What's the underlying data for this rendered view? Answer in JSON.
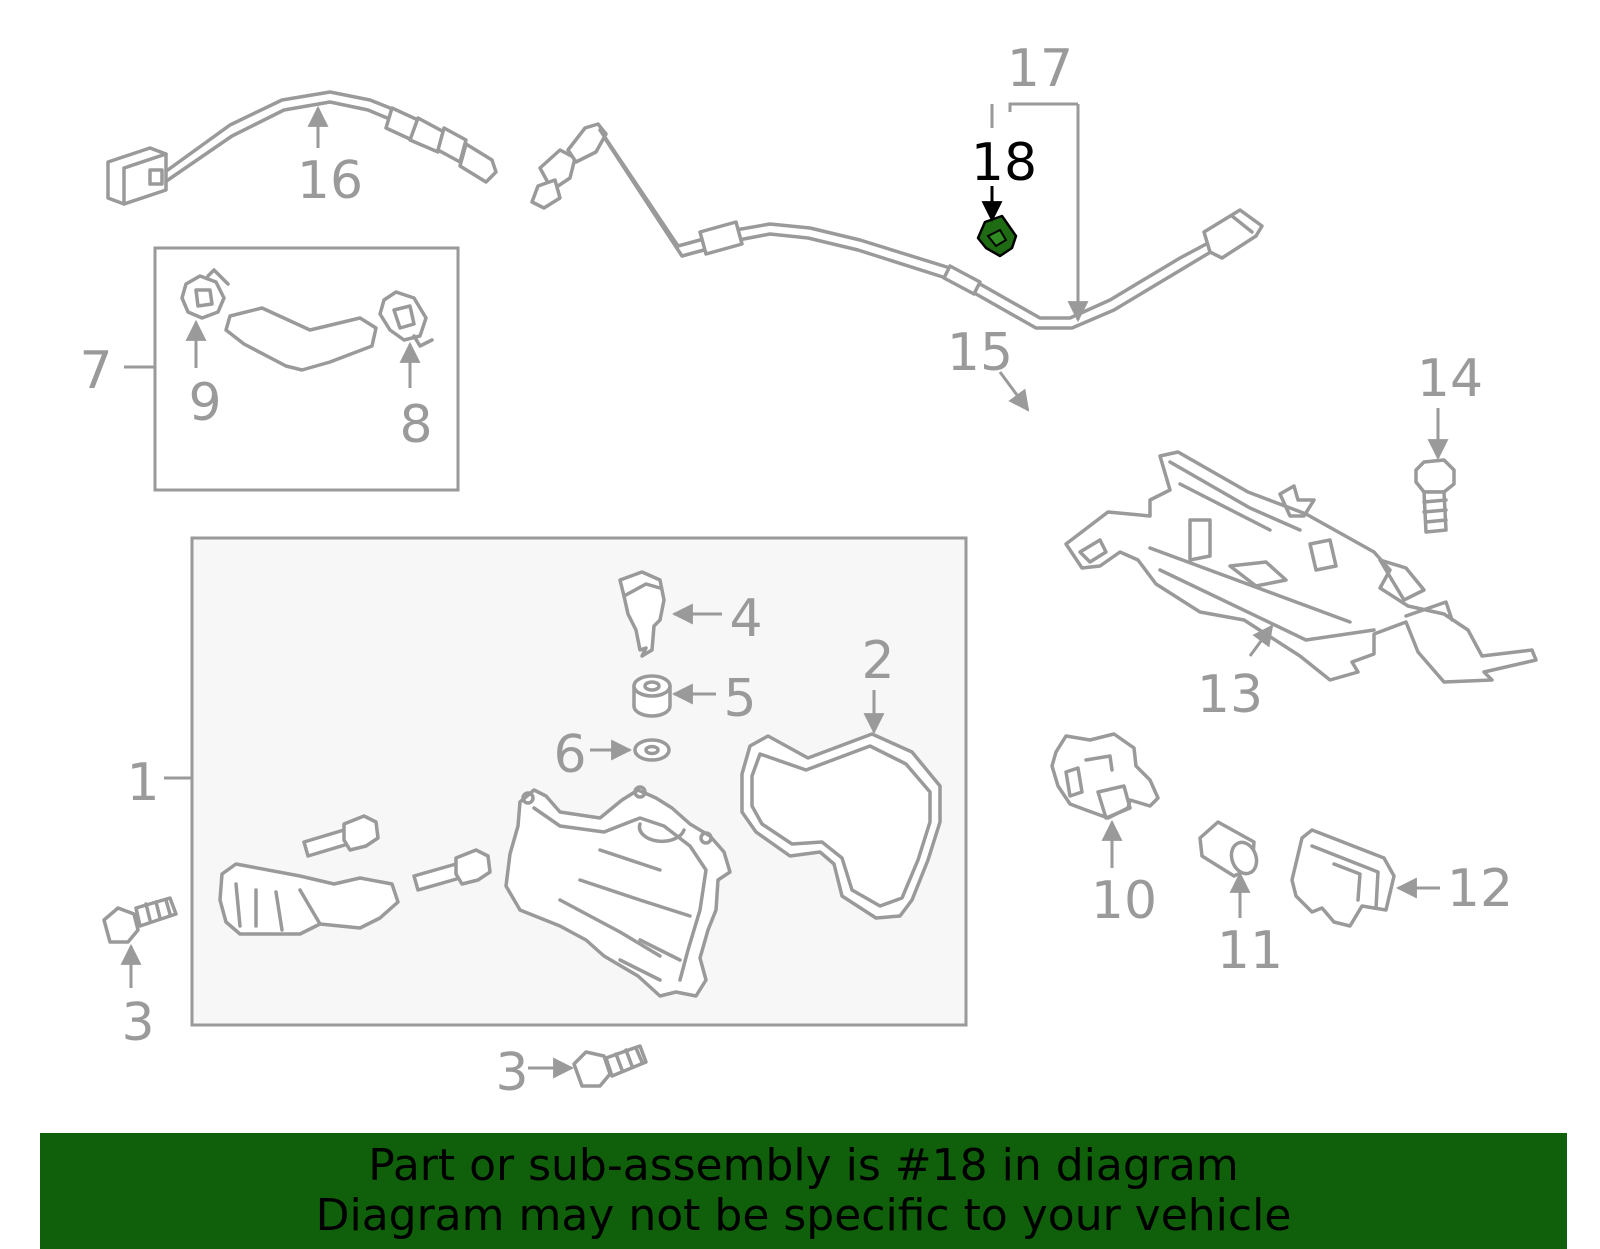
{
  "diagram": {
    "colors": {
      "line": "#9a9a9a",
      "highlight_part": "#1f6b14",
      "highlight_label": "#000000",
      "banner_bg": "#0f5f0b",
      "subassembly_box_fill": "#f7f7f7"
    },
    "highlighted_callout": "18",
    "callouts": {
      "c1": "1",
      "c2": "2",
      "c3a": "3",
      "c3b": "3",
      "c4": "4",
      "c5": "5",
      "c6": "6",
      "c7": "7",
      "c8": "8",
      "c9": "9",
      "c10": "10",
      "c11": "11",
      "c12": "12",
      "c13": "13",
      "c14": "14",
      "c15": "15",
      "c16": "16",
      "c17": "17",
      "c18": "18"
    }
  },
  "banner": {
    "line1": "Part or sub-assembly is #18 in diagram",
    "line2": "Diagram may not be specific to your vehicle"
  }
}
